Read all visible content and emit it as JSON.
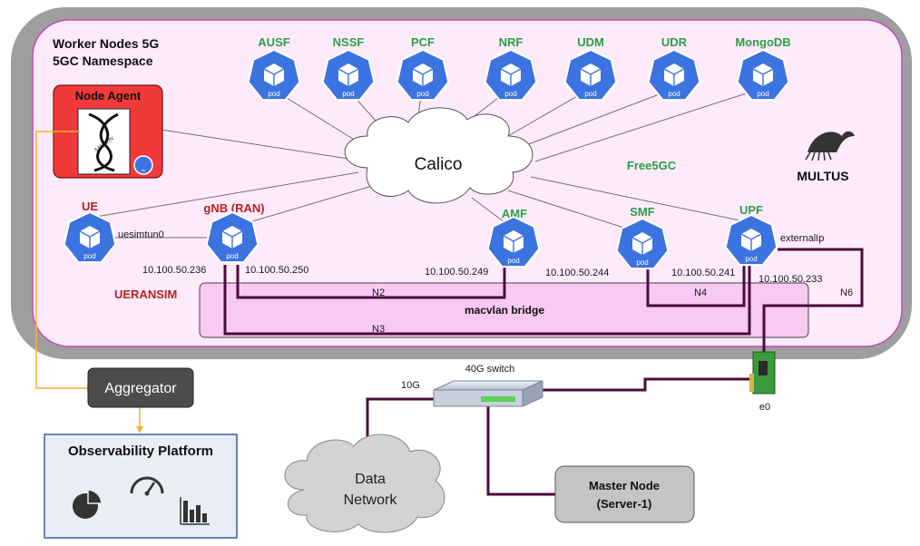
{
  "cluster": {
    "title_line1": "Worker Nodes 5G",
    "title_line2": "5GC Namespace",
    "free5gc_label": "Free5GC",
    "multus_label": "MULTUS",
    "calico_label": "Calico"
  },
  "pods": {
    "pod_text": "pod",
    "ausf": "AUSF",
    "nssf": "NSSF",
    "pcf": "PCF",
    "nrf": "NRF",
    "udm": "UDM",
    "udr": "UDR",
    "mongodb": "MongoDB",
    "ue": "UE",
    "gnb": "gNB (RAN)",
    "amf": "AMF",
    "smf": "SMF",
    "upf": "UPF"
  },
  "node_agent": {
    "title": "Node Agent",
    "logo_text": "SAURON",
    "badge_text": "ds"
  },
  "labels": {
    "uesimtun0": "uesimtun0",
    "externalip": "externalIp",
    "ueransim": "UERANSIM",
    "macvlan": "macvlan bridge",
    "n2": "N2",
    "n3": "N3",
    "n4": "N4",
    "n6": "N6",
    "ip_ue": "10.100.50.236",
    "ip_gnb": "10.100.50.250",
    "ip_amf": "10.100.50.249",
    "ip_smf_left": "10.100.50.244",
    "ip_smf_right": "10.100.50.241",
    "ip_upf": "10.100.50.233"
  },
  "network": {
    "switch_label": "40G switch",
    "link_10g": "10G",
    "nic_label": "e0",
    "data_network_line1": "Data",
    "data_network_line2": "Network",
    "master_line1": "Master Node",
    "master_line2": "(Server-1)"
  },
  "observability": {
    "aggregator": "Aggregator",
    "platform_title": "Observability Platform"
  },
  "colors": {
    "pod_blue": "#3b73e0",
    "function_green": "#2e9e44",
    "label_red": "#b8211e",
    "cluster_fill": "#fdebfc",
    "link_purple": "#4b0c3b",
    "monitor_orange": "#f6b22a"
  }
}
